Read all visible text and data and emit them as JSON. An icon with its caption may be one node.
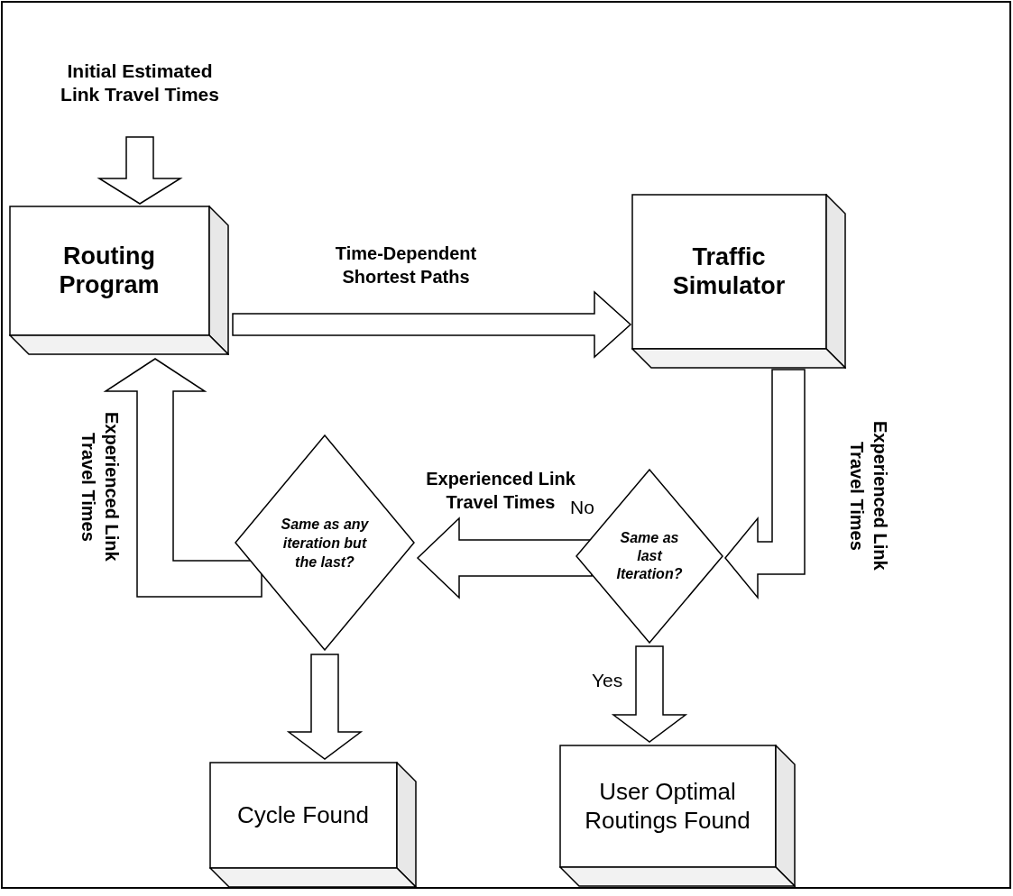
{
  "diagram": {
    "nodes": [
      {
        "text": [
          "Initial Estimated Link Travel Times"
        ]
      },
      {
        "text": [
          "Routing Program"
        ]
      },
      {
        "text": [
          "Traffic Simulator"
        ]
      },
      {
        "text": [
          "Same as last Iteration?"
        ]
      },
      {
        "text": [
          "Same as any iteration but the last?"
        ]
      },
      {
        "text": [
          "Cycle Found"
        ]
      },
      {
        "text": [
          "User Optimal Routings Found"
        ]
      }
    ],
    "edges": [
      {
        "from": 0,
        "to": 1,
        "arrow": "to"
      },
      {
        "from": 1,
        "to": 2,
        "arrow": "to",
        "label": "Time-Dependent Shortest Paths"
      },
      {
        "from": 2,
        "to": 3,
        "arrow": "to",
        "label": "Experienced Link Travel Times"
      },
      {
        "from": 3,
        "to": 4,
        "arrow": "to",
        "label": "Experienced Link Travel Times"
      },
      {
        "from": 4,
        "to": 1,
        "arrow": "to",
        "label": "Experienced Link Travel Times"
      },
      {
        "from": 4,
        "to": 5,
        "arrow": "to"
      },
      {
        "from": 3,
        "to": 6,
        "arrow": "to"
      }
    ],
    "labels": [
      "No",
      "Yes"
    ]
  }
}
